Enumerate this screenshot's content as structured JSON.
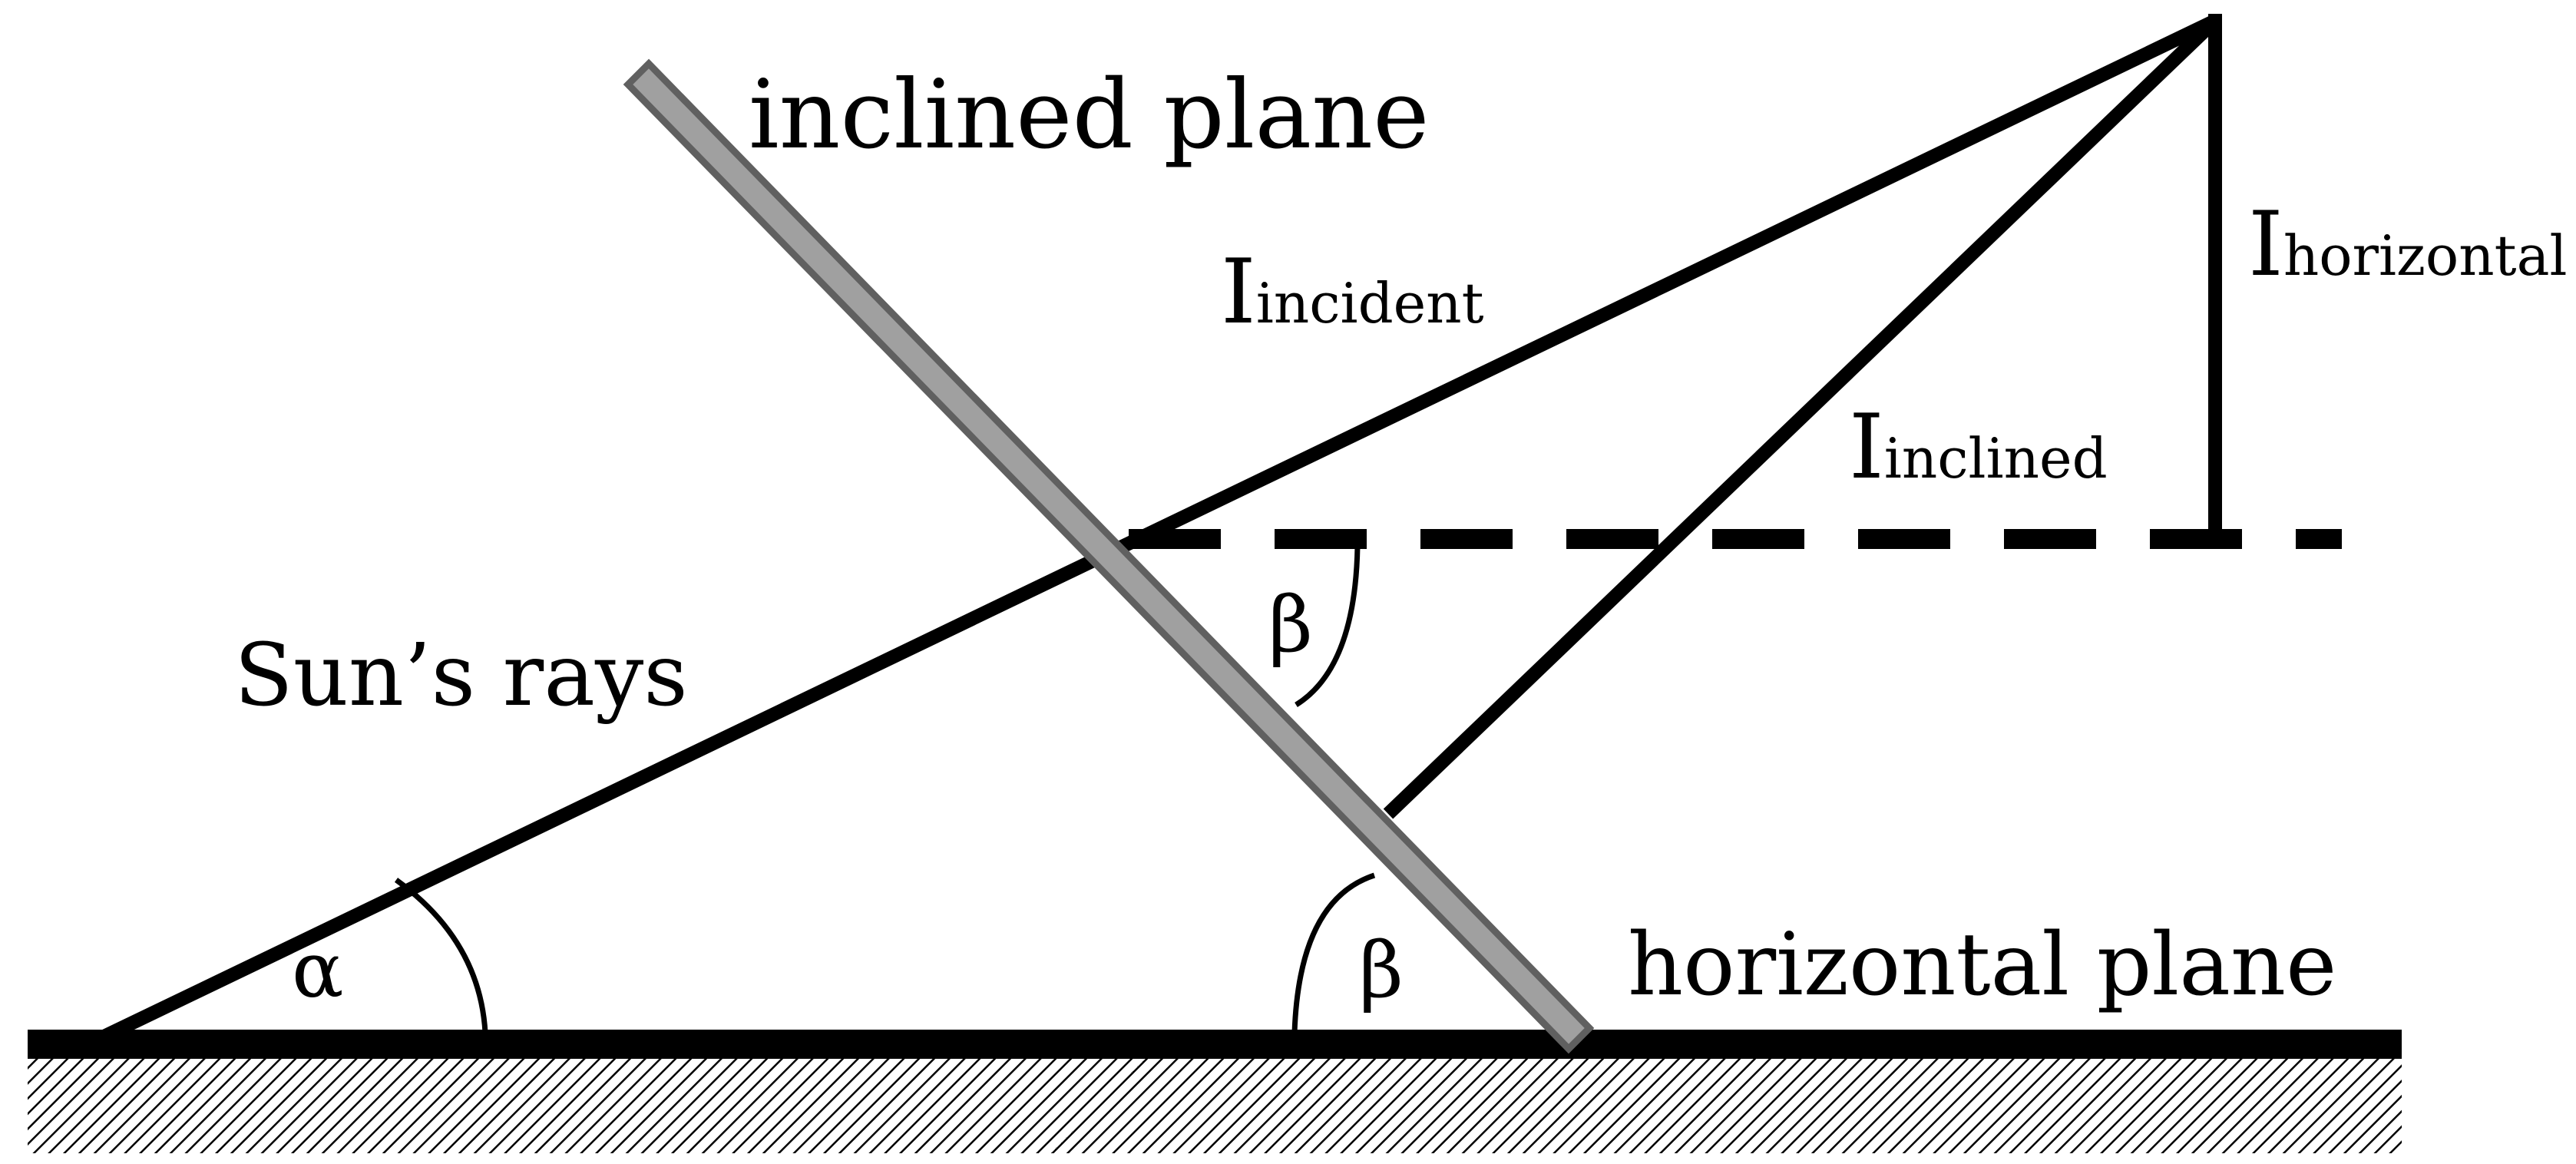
{
  "labels": {
    "inclined_plane": "inclined plane",
    "suns_rays": "Sun’s rays",
    "horizontal_plane": "horizontal plane",
    "alpha": "α",
    "beta_top": "β",
    "beta_bottom": "β",
    "i_incident_main": "I",
    "i_incident_sub": "incident",
    "i_inclined_main": "I",
    "i_inclined_sub": "inclined",
    "i_horizontal_main": "I",
    "i_horizontal_sub": "horizontal"
  },
  "colors": {
    "line": "#000000",
    "plane_fill": "#a0a0a0",
    "plane_stroke": "#606060",
    "background": "#ffffff"
  }
}
